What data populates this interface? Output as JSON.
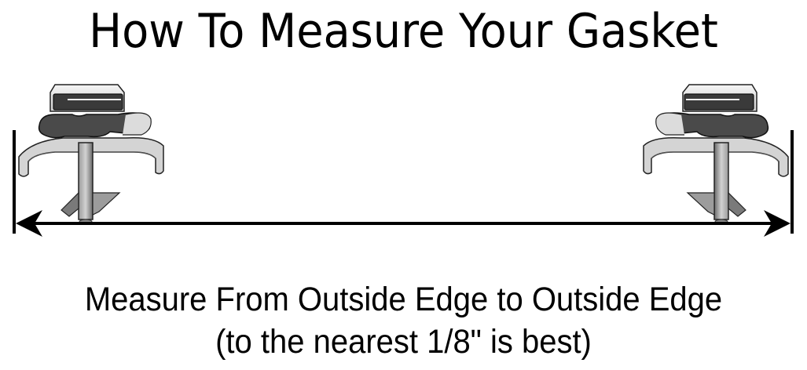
{
  "title": "How To Measure Your Gasket",
  "caption": {
    "line1": "Measure From Outside Edge to Outside Edge",
    "line2": "(to the nearest 1/8\" is best)"
  },
  "diagram": {
    "left_gasket": "gasket-profile-left",
    "right_gasket": "gasket-profile-right",
    "dimension_arrow": "double-headed-arrow",
    "colors": {
      "line": "#000000",
      "gasket_light": "#e6e6e6",
      "gasket_mid": "#a9a9a9",
      "gasket_dark": "#3a3a3a",
      "background": "#ffffff"
    }
  }
}
